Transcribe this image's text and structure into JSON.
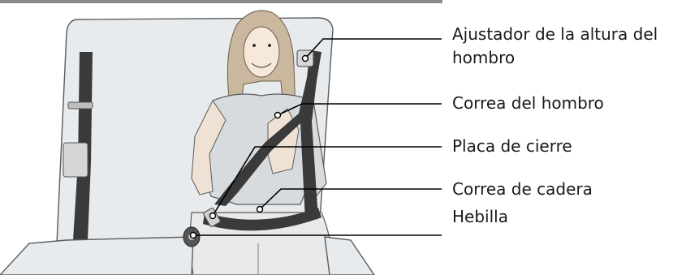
{
  "callouts": [
    {
      "id": "shoulder-height-adjuster",
      "lines": [
        "Ajustador de la altura del",
        "hombro"
      ]
    },
    {
      "id": "shoulder-belt",
      "lines": [
        "Correa del hombro"
      ]
    },
    {
      "id": "latch-plate",
      "lines": [
        "Placa de cierre"
      ]
    },
    {
      "id": "lap-belt",
      "lines": [
        "Correa de cadera"
      ]
    },
    {
      "id": "buckle",
      "lines": [
        "Hebilla"
      ]
    }
  ]
}
